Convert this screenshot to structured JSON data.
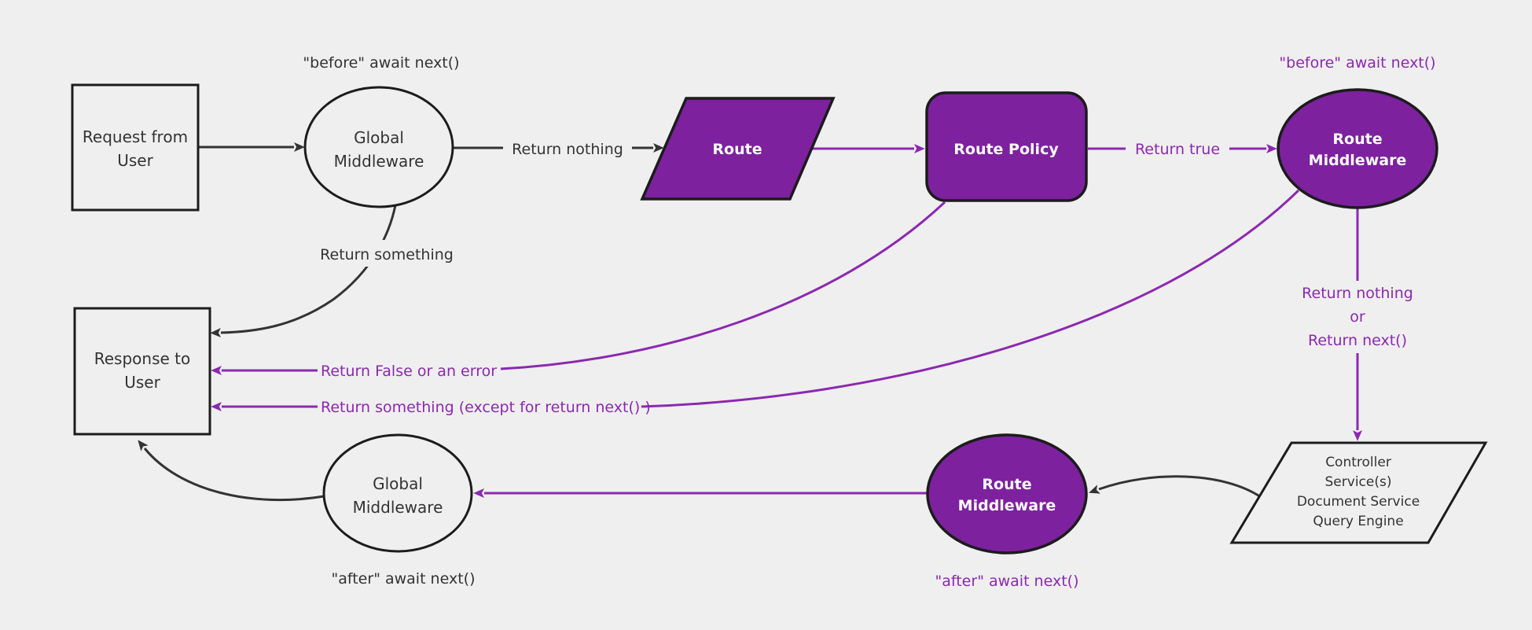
{
  "diagram": {
    "colors": {
      "background": "#efefef",
      "node_fill_purple": "#7d219f",
      "node_fill_light": "#efefef",
      "node_border": "#1c1c1c",
      "edge_black": "#333333",
      "edge_purple": "#8c28b0",
      "node_text_light": "#ffffff",
      "node_text_dark": "#333333"
    },
    "nodes": {
      "request_from_user": {
        "lines": [
          "Request from",
          "User"
        ]
      },
      "global_middleware_top": {
        "lines": [
          "Global",
          "Middleware"
        ]
      },
      "route": {
        "label": "Route"
      },
      "route_policy": {
        "label": "Route Policy"
      },
      "route_middleware_top": {
        "lines": [
          "Route",
          "Middleware"
        ]
      },
      "controller_stack": {
        "lines": [
          "Controller",
          "Service(s)",
          "Document Service",
          "Query Engine"
        ]
      },
      "route_middleware_bottom": {
        "lines": [
          "Route",
          "Middleware"
        ]
      },
      "global_middleware_bottom": {
        "lines": [
          "Global",
          "Middleware"
        ]
      },
      "response_to_user": {
        "lines": [
          "Response to",
          "User"
        ]
      }
    },
    "edge_labels": {
      "before_await_top_left": "\"before\" await next()",
      "before_await_top_right": "\"before\" await next()",
      "return_nothing": "Return nothing",
      "return_true": "Return true",
      "return_something": "Return something",
      "return_nothing_or_next": [
        "Return nothing",
        "or",
        "Return next()"
      ],
      "return_false_or_error": "Return False or an error",
      "return_something_except": "Return something (except for return next() )",
      "after_await_bottom_left": "\"after\" await next()",
      "after_await_bottom_middle": "\"after\" await next()"
    }
  }
}
